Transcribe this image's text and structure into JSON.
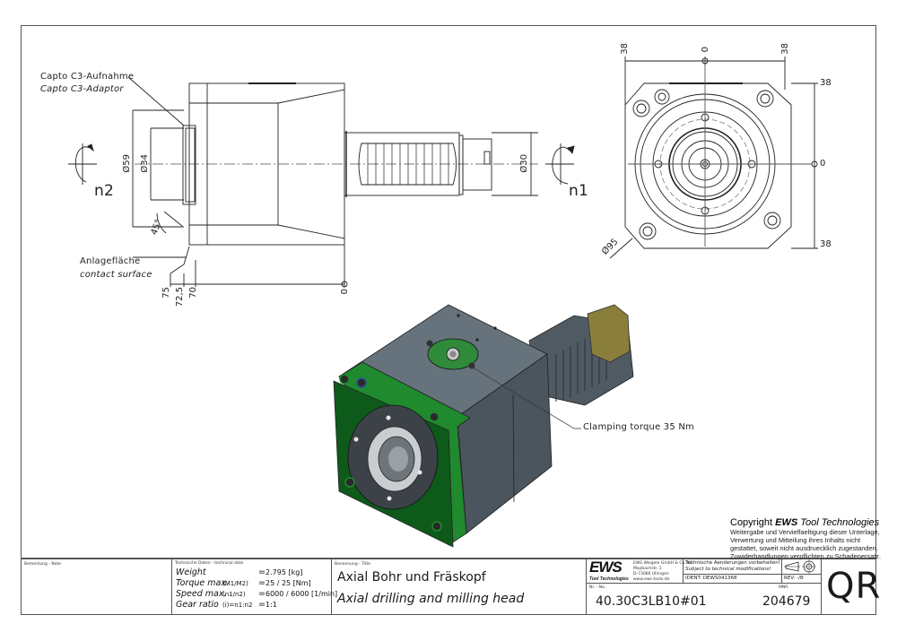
{
  "side_view": {
    "adapter_label_de": "Capto C3-Aufnahme",
    "adapter_label_en": "Capto C3-Adaptor",
    "contact_label_de": "Anlagefläche",
    "contact_label_en": "contact surface",
    "dim_d59": "Ø59",
    "dim_d34": "Ø34",
    "dim_d30": "Ø30",
    "angle": "45°",
    "rotation_left": "n2",
    "rotation_right": "n1",
    "dim_75": "75",
    "dim_72_5": "72,5",
    "dim_70": "70",
    "dim_0": "0"
  },
  "front_view": {
    "dim_top_left": "38",
    "dim_top_center": "0",
    "dim_top_right": "38",
    "dim_right_top": "38",
    "dim_right_center": "0",
    "dim_right_bottom": "38",
    "dim_d95": "Ø95"
  },
  "iso_view": {
    "callout": "Clamping torque 35 Nm",
    "colors": {
      "body": "#4f5a63",
      "body_top": "#66737c",
      "flange": "#1f8a2e",
      "flange_dark": "#0e5a1a",
      "collar": "#8a7f3a"
    }
  },
  "copyright": {
    "heading_prefix": "Copyright ",
    "heading_brand": "EWS",
    "heading_suffix": " Tool Technologies",
    "lines": [
      "Weitergabe und Vervielfaeltigung dieser Unterlage,",
      "Verwertung und Mitteilung ihres Inhalts nicht",
      "gestattet, soweit nicht ausdruecklich zugestanden.",
      "Zuwiderhandlungen verpflichten zu Schadenersatz."
    ]
  },
  "title_block": {
    "note_label": "Bemerkung - Note",
    "tech_label": "Technische Daten - technical data",
    "tech_rows": [
      {
        "name": "Weight",
        "param": "",
        "eq": "=",
        "value": "2.795 [kg]"
      },
      {
        "name": "Torque max.",
        "param": "(M1/M2)",
        "eq": "=",
        "value": "25 / 25 [Nm]"
      },
      {
        "name": "Speed max.",
        "param": "(n1/n2)",
        "eq": "=",
        "value": "6000 / 6000 [1/min]"
      },
      {
        "name": "Gear ratio",
        "param": "(i)=n1:n2",
        "eq": "=",
        "value": "1:1"
      }
    ],
    "title_label": "Benennung - Title",
    "title_de": "Axial Bohr und Fräskopf",
    "title_en": "Axial drilling and milling head",
    "logo_text": "EWS",
    "logo_sub": "Tool Technologies",
    "company_lines": [
      "EWS Weigele GmbH & Co. KG",
      "Maybachstr. 1",
      "D-73066 Uhingen",
      "www.ews-tools.de"
    ],
    "changes_de": "Technische Aenderungen vorbehalten!",
    "changes_en": "Subject to technical modifications!",
    "ident_label": "IDENT:",
    "ident_value": "DEWS041368",
    "rev_label": "REV:",
    "rev_value": "-/B",
    "nr_label": "Nr. - No.",
    "nr_value": "40.30C3LB10#01",
    "mnr_label": "MNR.",
    "mnr_value": "204679",
    "code": "QR"
  }
}
